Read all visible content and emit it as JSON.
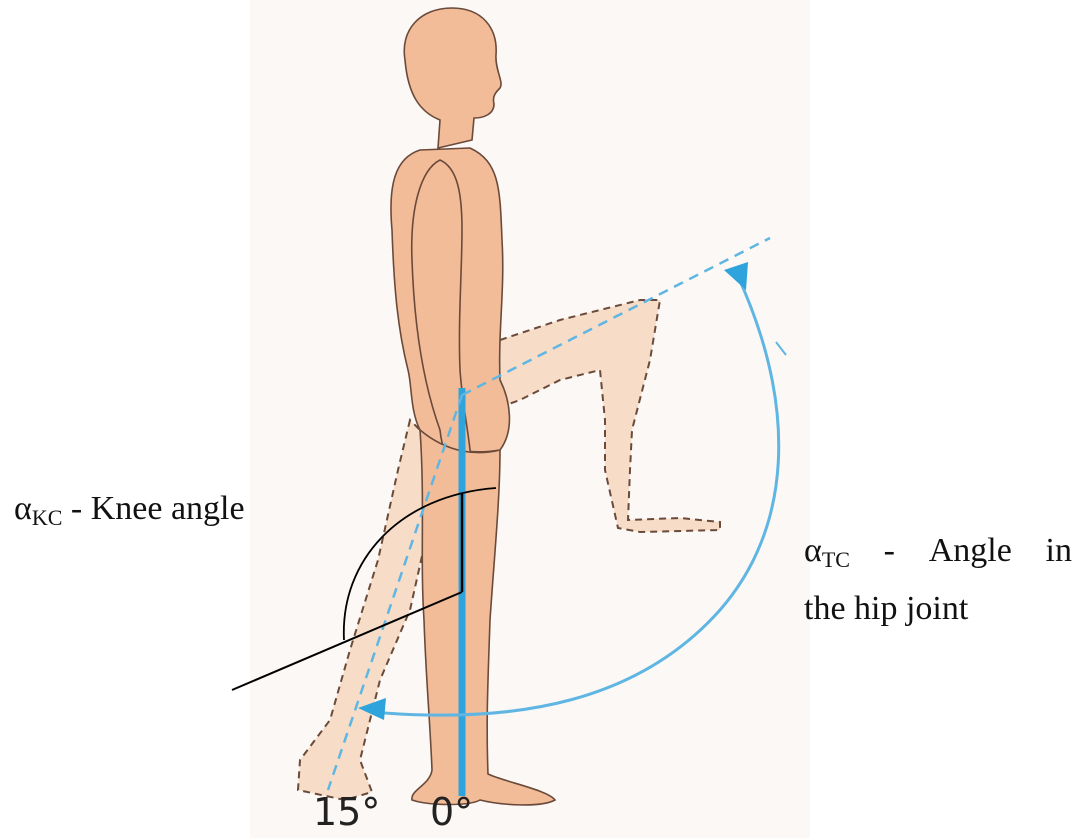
{
  "labels": {
    "knee": {
      "symbol": "α",
      "subscript": "KC",
      "text": " - Knee angle"
    },
    "hip": {
      "symbol": "α",
      "subscript": "TC",
      "line1_dash": "-",
      "line1_word1": "Angle",
      "line1_word2": "in",
      "line2": "the hip joint"
    }
  },
  "angle_marks": {
    "left": "15°",
    "right": "0°"
  },
  "colors": {
    "skin": "#f2bc98",
    "skin_light": "#f7ddc8",
    "outline": "#6b4a3a",
    "accent_blue": "#2ea3dc",
    "dashed_blue": "#5fb6e2",
    "black_line": "#000000"
  }
}
